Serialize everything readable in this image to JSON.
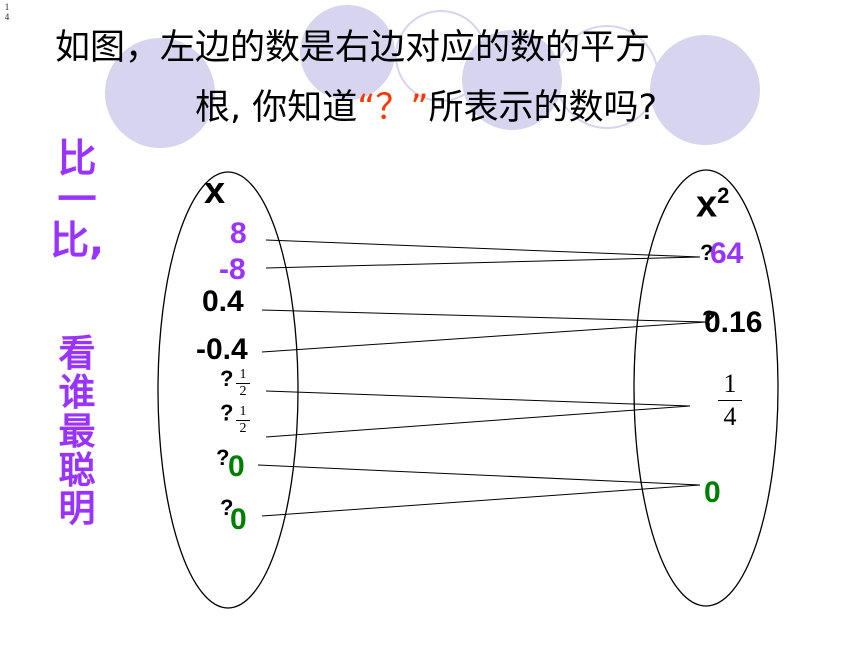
{
  "corner_fraction": {
    "numerator": "1",
    "denominator": "4"
  },
  "title": {
    "line1": "如图，左边的数是右边对应的数的平方",
    "line2_before": "根, 你知道",
    "line2_q": "“？”",
    "line2_after": "所表示的数吗?"
  },
  "side_text": {
    "part1": [
      "比",
      "一",
      "比,"
    ],
    "part2": [
      "看",
      "谁",
      "最",
      "聪",
      "明"
    ]
  },
  "left_set": {
    "header": "x",
    "items": [
      "8",
      "-8",
      "0.4",
      "-0.4",
      "0",
      "0"
    ],
    "fraction_items": [
      {
        "mark": "?",
        "numerator": "1",
        "denominator": "2"
      },
      {
        "mark": "?",
        "minus": "-",
        "numerator": "1",
        "denominator": "2"
      }
    ],
    "unknown_marks": [
      "?",
      "?"
    ]
  },
  "right_set": {
    "header_base": "x",
    "header_exp": "2",
    "items": [
      "64",
      "0.16",
      "0"
    ],
    "fraction_item": {
      "numerator": "1",
      "denominator": "4"
    },
    "unknown_marks": [
      "?",
      "?"
    ]
  },
  "colors": {
    "purple": "#9933ff",
    "green": "#008000",
    "red": "#ff3300",
    "deco": "#d6d4ee"
  }
}
